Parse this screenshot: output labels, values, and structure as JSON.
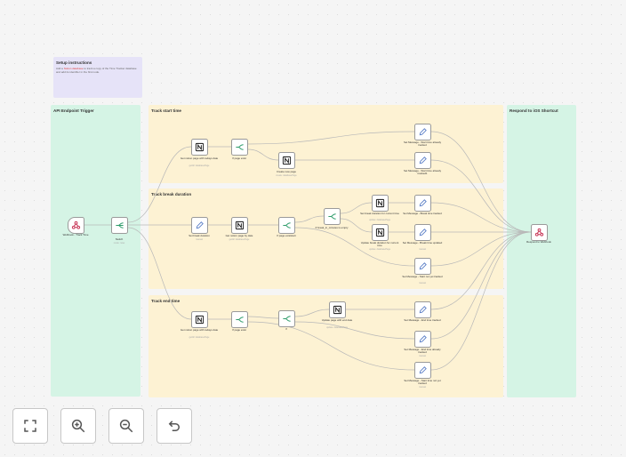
{
  "canvas": {
    "groups": [
      {
        "id": "setup",
        "title": "Setup instructions",
        "body_parts": [
          "Add a ",
          "Notion database",
          " to track a copy of the Time Tracker database and add its identifier in the first node."
        ],
        "color": "#e6e3f8"
      },
      {
        "id": "api",
        "title": "API Endpoint Trigger",
        "color": "#d5f4e5"
      },
      {
        "id": "start",
        "title": "Track start time",
        "color": "#fdf2d3"
      },
      {
        "id": "break",
        "title": "Track break duration",
        "color": "#fdf2d3"
      },
      {
        "id": "end",
        "title": "Track end time",
        "color": "#fdf2d3"
      },
      {
        "id": "respond",
        "title": "Respond to iOS Shortcut",
        "color": "#d5f4e5"
      }
    ],
    "nodes": {
      "webhook": {
        "label": "Webhook - Track Time",
        "sub": "",
        "icon": "webhook-icon"
      },
      "switch": {
        "label": "Switch",
        "sub": "mode: rules",
        "icon": "switch-icon"
      },
      "s_get": {
        "label": "Get notion page with todays date",
        "sub": "getAll: databasePage",
        "icon": "notion-icon"
      },
      "s_if": {
        "label": "If page exist",
        "sub": "",
        "icon": "if-icon"
      },
      "s_create": {
        "label": "Create new page",
        "sub": "create: databasePage",
        "icon": "notion-icon"
      },
      "s_msg1": {
        "label": "Set Message - Start time already tracked",
        "sub": "",
        "icon": "pencil-icon"
      },
      "s_msg2": {
        "label": "Set Message - Start time already tracked1",
        "sub": "",
        "icon": "pencil-icon"
      },
      "b_set": {
        "label": "Set break duration",
        "sub": "manual",
        "icon": "pencil-icon"
      },
      "b_get": {
        "label": "Get notion page by date",
        "sub": "getAll: databasePage",
        "icon": "notion-icon"
      },
      "b_if": {
        "label": "If page existstart",
        "sub": "",
        "icon": "if-icon"
      },
      "b_if2": {
        "label": "If break_in_minutes is empty",
        "sub": "",
        "icon": "if-icon"
      },
      "b_upd1": {
        "label": "Set break duration for current time",
        "sub": "update: databasePage",
        "icon": "notion-icon"
      },
      "b_upd2": {
        "label": "Update break duration for current time",
        "sub": "update: databasePage",
        "icon": "notion-icon"
      },
      "b_msg1": {
        "label": "Set Message - Break time tracked",
        "sub": "",
        "icon": "pencil-icon"
      },
      "b_msg2": {
        "label": "Set Message - Break time updated",
        "sub": "manual",
        "icon": "pencil-icon"
      },
      "b_msg3": {
        "label": "Set Message - Start not yet tracked",
        "sub": "manual",
        "icon": "pencil-icon"
      },
      "e_get": {
        "label": "Get notion page with todays date",
        "sub": "getAll: databasePage",
        "icon": "notion-icon"
      },
      "e_if": {
        "label": "If page exist",
        "sub": "",
        "icon": "if-icon"
      },
      "e_if2": {
        "label": "If",
        "sub": "",
        "icon": "if-icon"
      },
      "e_upd": {
        "label": "Update page with end date",
        "sub": "update: databasePage",
        "icon": "notion-icon"
      },
      "e_msg1": {
        "label": "Set Message - End time tracked",
        "sub": "",
        "icon": "pencil-icon"
      },
      "e_msg2": {
        "label": "Set Message - End time already tracked",
        "sub": "manual",
        "icon": "pencil-icon"
      },
      "e_msg3": {
        "label": "Set Message - Start time not yet tracked",
        "sub": "manual",
        "icon": "pencil-icon"
      },
      "respond": {
        "label": "Respond to Webhook",
        "sub": "",
        "icon": "respond-icon"
      }
    }
  },
  "controls": [
    {
      "id": "fit",
      "label": "Zoom to fit",
      "icon": "fit-view-icon"
    },
    {
      "id": "zin",
      "label": "Zoom in",
      "icon": "zoom-in-icon"
    },
    {
      "id": "zout",
      "label": "Zoom out",
      "icon": "zoom-out-icon"
    },
    {
      "id": "reset",
      "label": "Reset zoom",
      "icon": "reset-icon"
    }
  ],
  "colors": {
    "notion": "#111111",
    "if": "#2e9c6a",
    "pencil": "#5b7fc7",
    "webhook": "#c93a5a",
    "respond": "#c93a5a",
    "edge": "#b8b8b8"
  }
}
